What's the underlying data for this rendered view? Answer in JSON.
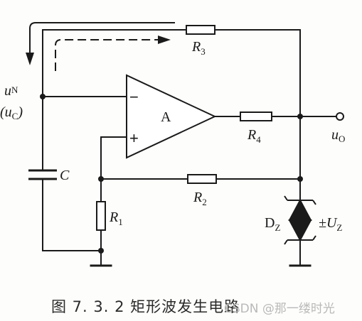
{
  "labels": {
    "r3": "R",
    "r3_sub": "3",
    "r4": "R",
    "r4_sub": "4",
    "r2": "R",
    "r2_sub": "2",
    "r1": "R",
    "r1_sub": "1",
    "c": "C",
    "amp": "A",
    "minus": "−",
    "plus": "+",
    "un": "u",
    "un_sub": "N",
    "uc_open": "(u",
    "uc_sub": "C",
    "uc_close": ")",
    "uo": "u",
    "uo_sub": "O",
    "dz": "D",
    "dz_sub": "Z",
    "uz_pm": "±U",
    "uz_sub": "Z"
  },
  "caption": {
    "text": "图 7. 3. 2   矩形波发生电路",
    "watermark": "CSDN @那一缕时光"
  }
}
